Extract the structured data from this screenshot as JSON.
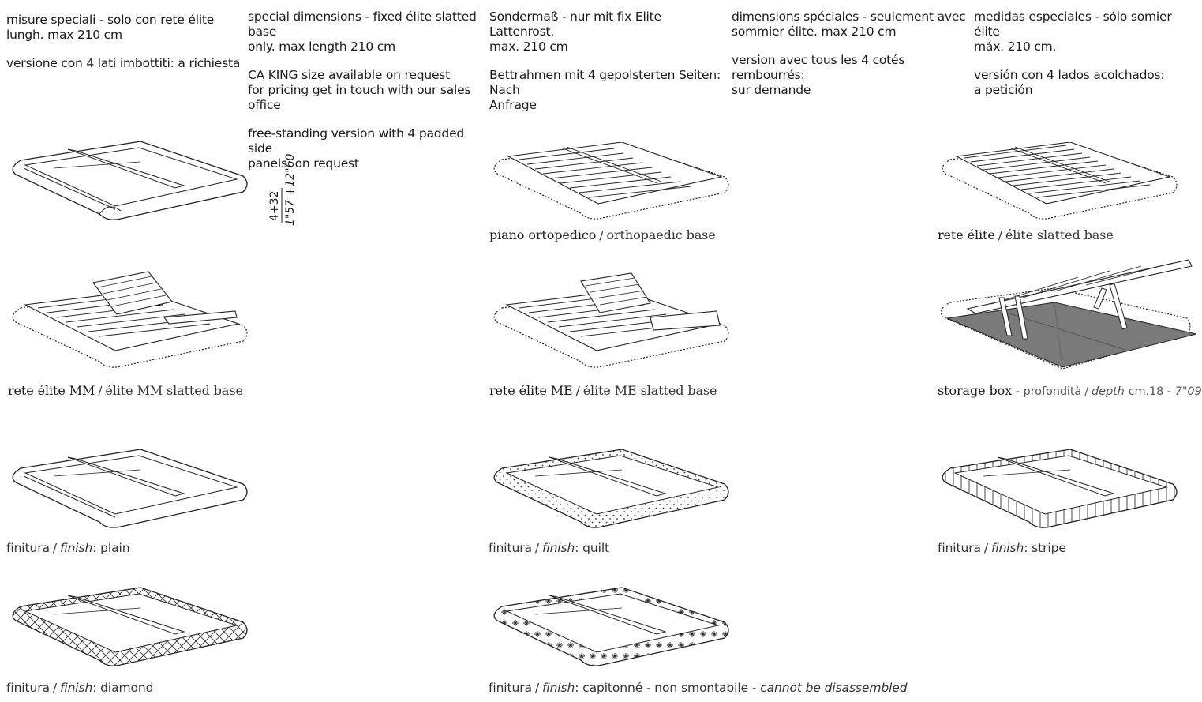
{
  "intro_columns": [
    {
      "id": "it",
      "lines": [
        [
          "misure speciali - solo con rete élite",
          "lungh. max 210 cm"
        ],
        [
          "versione con 4 lati imbottiti: a richiesta"
        ]
      ]
    },
    {
      "id": "en",
      "lines": [
        [
          "special dimensions - fixed élite slatted base",
          "only. max length 210 cm"
        ],
        [
          "CA KING size available on request",
          "for pricing get in touch with our sales office"
        ],
        [
          "free-standing version with 4 padded side",
          "panels: on request"
        ]
      ]
    },
    {
      "id": "de",
      "lines": [
        [
          "Sondermaß - nur mit fix Elite Lattenrost.",
          "max. 210 cm"
        ],
        [
          "Bettrahmen mit 4 gepolsterten Seiten: Nach",
          "Anfrage"
        ]
      ]
    },
    {
      "id": "fr",
      "lines": [
        [
          "dimensions spéciales - seulement avec",
          "sommier élite. max 210 cm"
        ],
        [
          "version avec tous les 4 cotés rembourrés:",
          "sur demande"
        ]
      ]
    },
    {
      "id": "es",
      "lines": [
        [
          "medidas especiales - sólo somier élite",
          "máx. 210 cm."
        ],
        [
          "versión con 4 lados acolchados:",
          "a petición"
        ]
      ]
    }
  ],
  "dimension": {
    "metric": "4+32",
    "imperial": "1\"57 +12\"60"
  },
  "captions": {
    "orthopaedic": {
      "main": "piano ortopedico",
      "sep": "/",
      "sub": "orthopaedic base"
    },
    "elite": {
      "main": "rete élite",
      "sep": "/",
      "sub": "élite slatted base"
    },
    "elite_mm": {
      "main": "rete élite MM",
      "sep": "/",
      "sub": "élite MM slatted base"
    },
    "elite_me": {
      "main": "rete élite ME",
      "sep": "/",
      "sub": "élite ME slatted base"
    },
    "storage": {
      "main": "storage box",
      "a": "- profondità",
      "sep": "/",
      "b": "depth",
      "c": "cm.18 -",
      "d": "7\"09"
    },
    "plain": {
      "a": "finitura",
      "sep": "/",
      "b": "finish",
      "c": ": plain"
    },
    "quilt": {
      "a": "finitura",
      "sep": "/",
      "b": "finish",
      "c": ": quilt"
    },
    "stripe": {
      "a": "finitura",
      "sep": "/",
      "b": "finish",
      "c": ": stripe"
    },
    "diamond": {
      "a": "finitura",
      "sep": "/",
      "b": "finish",
      "c": ": diamond"
    },
    "capitonne": {
      "a": "finitura",
      "sep": "/",
      "b": "finish",
      "c": ": capitonné - non smontabile -",
      "d": "cannot be disassembled"
    }
  }
}
